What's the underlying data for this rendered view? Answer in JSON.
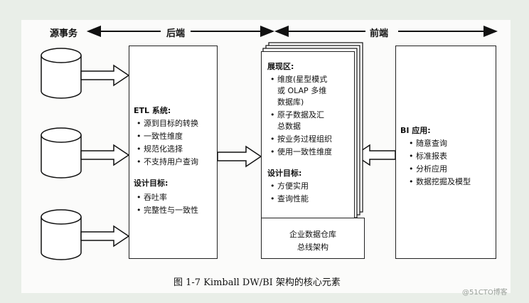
{
  "header": {
    "source_label": "源事务",
    "backend_label": "后端",
    "frontend_label": "前端"
  },
  "etl_box": {
    "title": "ETL 系统:",
    "items": [
      "源到目标的转换",
      "一致性维度",
      "规范化选择",
      "不支持用户查询"
    ],
    "goals_title": "设计目标:",
    "goals": [
      "吞吐率",
      "完整性与一致性"
    ]
  },
  "presentation_box": {
    "title": "展现区:",
    "items": [
      "维度(星型模式",
      "或 OLAP 多维",
      "数据库)",
      "原子数据及汇",
      "总数据",
      "按业务过程组织",
      "使用一致性维度"
    ],
    "goals_title": "设计目标:",
    "goals": [
      "方便实用",
      "查询性能"
    ],
    "footer_line1": "企业数据仓库",
    "footer_line2": "总线架构"
  },
  "bi_box": {
    "title": "BI 应用:",
    "items": [
      "随意查询",
      "标准报表",
      "分析应用",
      "数据挖掘及模型"
    ]
  },
  "caption": "图 1-7    Kimball DW/BI 架构的核心元素",
  "watermark": "@51CTO博客",
  "bullet": "•"
}
